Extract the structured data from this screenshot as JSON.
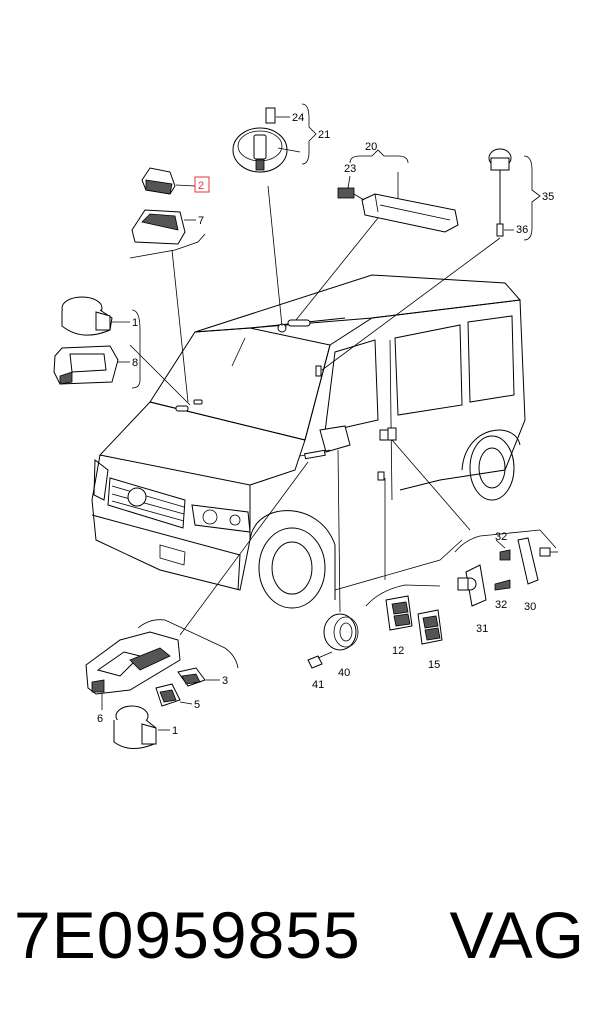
{
  "labels": {
    "l24": "24",
    "l21": "21",
    "l20": "20",
    "l23": "23",
    "l35": "35",
    "l36": "36",
    "l2": "2",
    "l7": "7",
    "l1a": "1",
    "l8": "8",
    "l32a": "32",
    "l32b": "32",
    "l30": "30",
    "l31": "31",
    "l12": "12",
    "l15": "15",
    "l40": "40",
    "l41": "41",
    "l3": "3",
    "l5": "5",
    "l6": "6",
    "l1b": "1"
  },
  "highlight_color": "#e8323c",
  "footer": {
    "part_number": "7E0959855",
    "brand": "VAG"
  }
}
